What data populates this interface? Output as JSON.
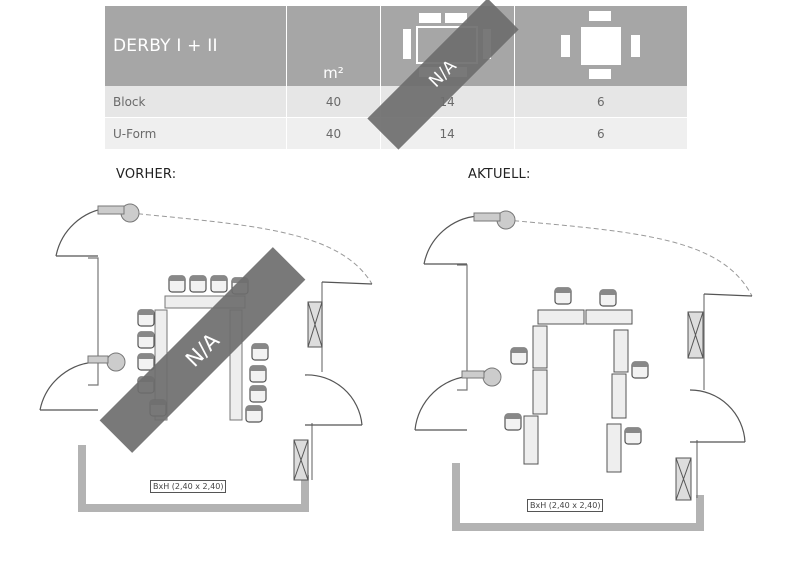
{
  "table": {
    "room_name": "DERBY I + II",
    "area_header": "m²",
    "setups": [
      {
        "label": "Block",
        "area": "40",
        "seats_small": "14",
        "seats_large": "6"
      },
      {
        "label": "U-Form",
        "area": "40",
        "seats_small": "14",
        "seats_large": "6"
      }
    ],
    "na_label": "N/A"
  },
  "plans": {
    "before": {
      "title": "VORHER:",
      "dimension": "BxH (2,40 x 2,40)",
      "na_label": "N/A"
    },
    "current": {
      "title": "AKTUELL:",
      "dimension": "BxH (2,40 x 2,40)"
    }
  },
  "colors": {
    "header_bg": "#a6a6a6",
    "row_bg": "#e6e6e6",
    "stamp": "#6e6e6e",
    "wall": "#b3b3b3"
  }
}
